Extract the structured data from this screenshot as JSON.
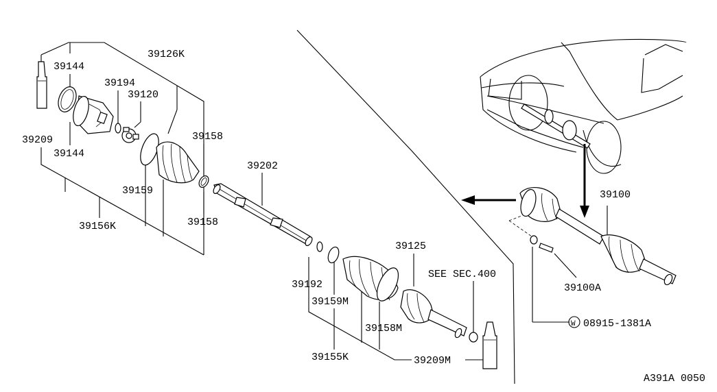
{
  "diagram_code": "A391A 0050",
  "labels": {
    "p39144_top": "39144",
    "p39126k": "39126K",
    "p39194": "39194",
    "p39120": "39120",
    "p39158_top": "39158",
    "p39209": "39209",
    "p39144_bot": "39144",
    "p39202": "39202",
    "p39159": "39159",
    "p39156k": "39156K",
    "p39158_bot": "39158",
    "p39125": "39125",
    "see_sec": "SEE SEC.400",
    "p39192": "39192",
    "p39159m": "39159M",
    "p39158m": "39158M",
    "p39155k": "39155K",
    "p39209m": "39209M",
    "p39100": "39100",
    "p39100a": "39100A",
    "washer_symbol": "W",
    "p08915": "08915-1381A"
  }
}
